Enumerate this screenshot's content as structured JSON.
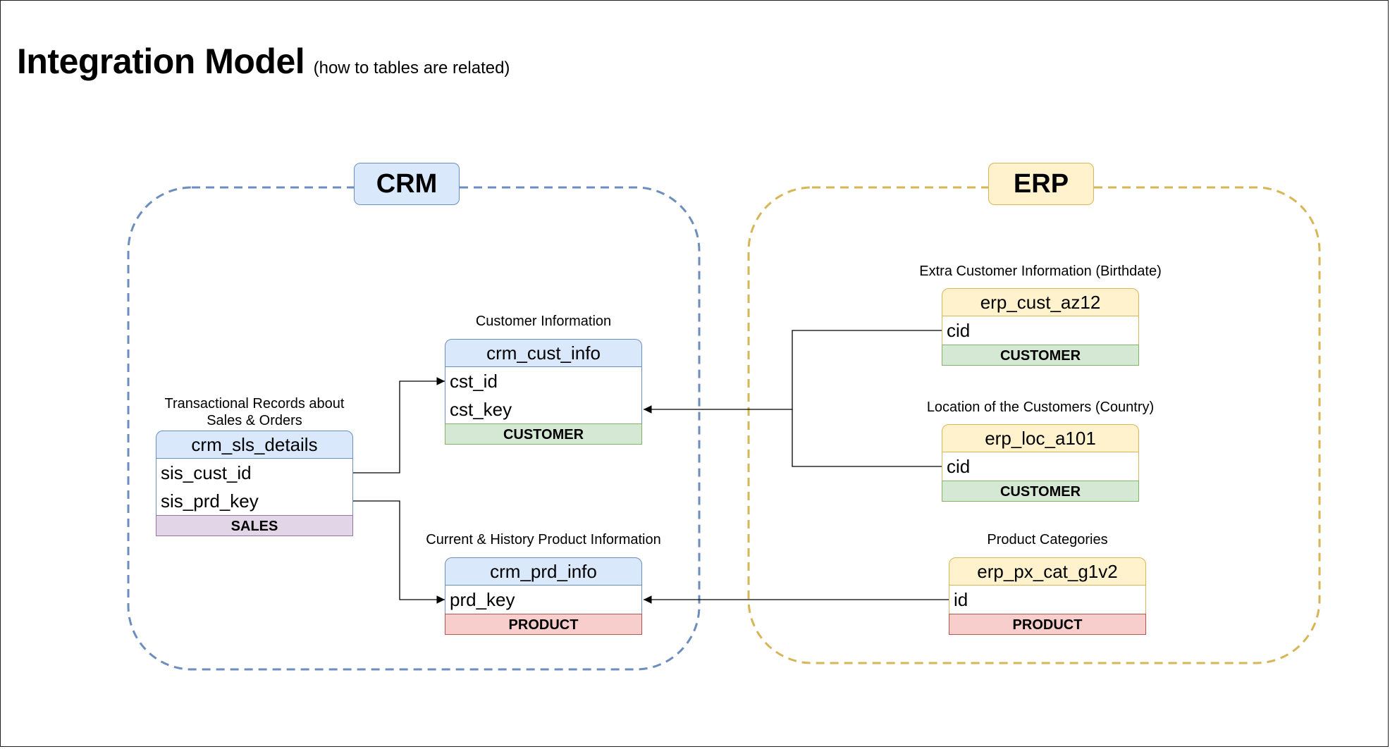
{
  "title": {
    "main": "Integration Model",
    "subtitle": "(how to tables are related)"
  },
  "groups": {
    "crm": "CRM",
    "erp": "ERP"
  },
  "colors": {
    "crm_border": "#6c8ebf",
    "crm_fill": "#dae8fc",
    "erp_border": "#d6b656",
    "erp_fill": "#fff2cc",
    "customer_fill": "#d5e8d4",
    "product_fill": "#f8cecc",
    "sales_fill": "#e1d5e7"
  },
  "tables": {
    "crm_sls_details": {
      "caption_line1": "Transactional Records about",
      "caption_line2": "Sales & Orders",
      "name": "crm_sls_details",
      "fields": [
        "sis_cust_id",
        "sis_prd_key"
      ],
      "tag": "SALES"
    },
    "crm_cust_info": {
      "caption": "Customer Information",
      "name": "crm_cust_info",
      "fields": [
        "cst_id",
        "cst_key"
      ],
      "tag": "CUSTOMER"
    },
    "crm_prd_info": {
      "caption": "Current & History Product Information",
      "name": "crm_prd_info",
      "fields": [
        "prd_key"
      ],
      "tag": "PRODUCT"
    },
    "erp_cust_az12": {
      "caption": "Extra Customer Information (Birthdate)",
      "name": "erp_cust_az12",
      "fields": [
        "cid"
      ],
      "tag": "CUSTOMER"
    },
    "erp_loc_a101": {
      "caption": "Location of the Customers (Country)",
      "name": "erp_loc_a101",
      "fields": [
        "cid"
      ],
      "tag": "CUSTOMER"
    },
    "erp_px_cat_g1v2": {
      "caption": "Product Categories",
      "name": "erp_px_cat_g1v2",
      "fields": [
        "id"
      ],
      "tag": "PRODUCT"
    }
  }
}
